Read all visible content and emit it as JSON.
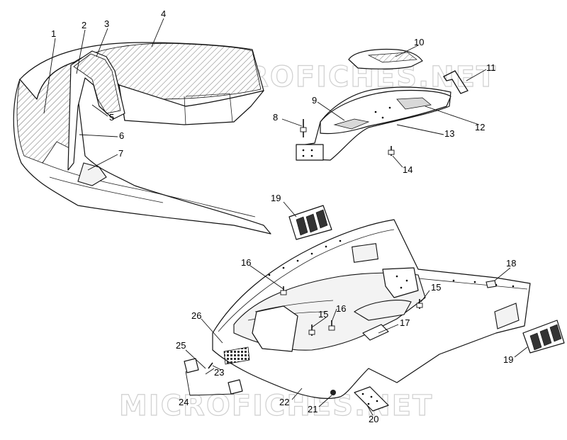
{
  "watermark": {
    "top_text": "MICROFICHES.NET",
    "bottom_text": "MICROFICHES.NET"
  },
  "callouts": [
    {
      "id": "c1",
      "label": "1"
    },
    {
      "id": "c2",
      "label": "2"
    },
    {
      "id": "c3",
      "label": "3"
    },
    {
      "id": "c4",
      "label": "4"
    },
    {
      "id": "c5",
      "label": "5"
    },
    {
      "id": "c6",
      "label": "6"
    },
    {
      "id": "c7",
      "label": "7"
    },
    {
      "id": "c8",
      "label": "8"
    },
    {
      "id": "c9",
      "label": "9"
    },
    {
      "id": "c10",
      "label": "10"
    },
    {
      "id": "c11",
      "label": "11"
    },
    {
      "id": "c12",
      "label": "12"
    },
    {
      "id": "c13",
      "label": "13"
    },
    {
      "id": "c14",
      "label": "14"
    },
    {
      "id": "c15a",
      "label": "15"
    },
    {
      "id": "c15b",
      "label": "15"
    },
    {
      "id": "c16a",
      "label": "16"
    },
    {
      "id": "c16b",
      "label": "16"
    },
    {
      "id": "c17",
      "label": "17"
    },
    {
      "id": "c18",
      "label": "18"
    },
    {
      "id": "c19a",
      "label": "19"
    },
    {
      "id": "c19b",
      "label": "19"
    },
    {
      "id": "c20",
      "label": "20"
    },
    {
      "id": "c21",
      "label": "21"
    },
    {
      "id": "c22",
      "label": "22"
    },
    {
      "id": "c23",
      "label": "23"
    },
    {
      "id": "c24",
      "label": "24"
    },
    {
      "id": "c25",
      "label": "25"
    },
    {
      "id": "c26",
      "label": "26"
    }
  ]
}
